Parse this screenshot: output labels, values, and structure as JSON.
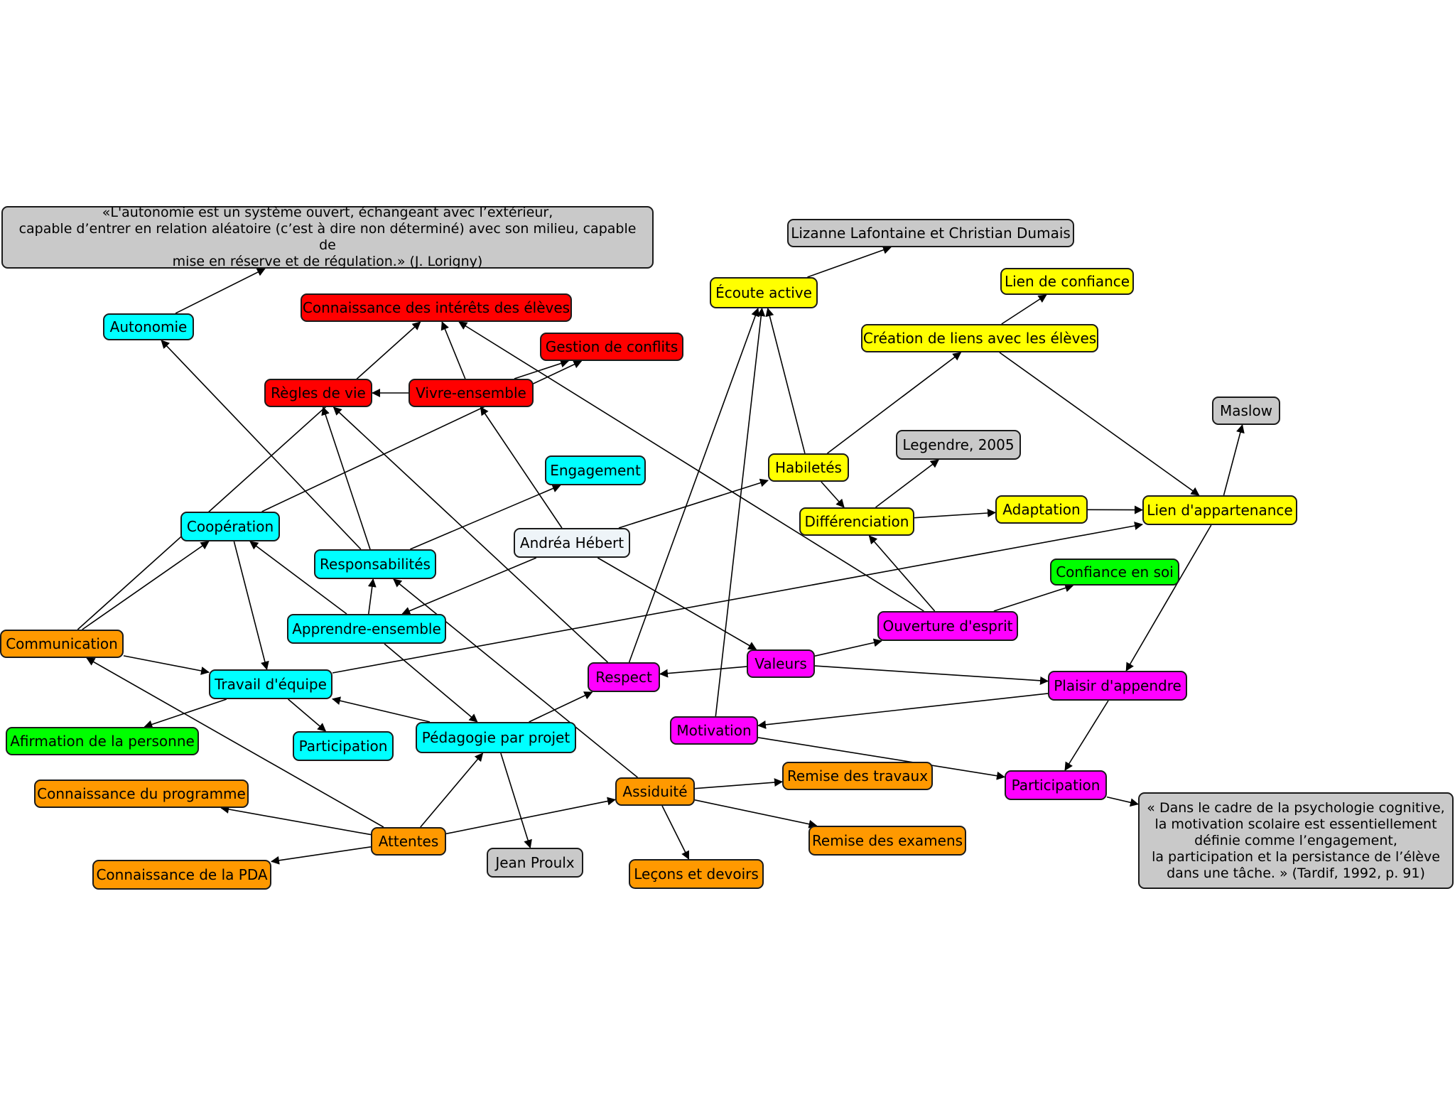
{
  "colors": {
    "grey": "#c9c9c9",
    "red": "#ff0000",
    "cyan": "#00ffff",
    "yellow": "#ffff00",
    "magenta": "#ff00ff",
    "orange": "#ff9900",
    "green": "#00ff00",
    "center": "#eef4f8",
    "edge": "#000000"
  },
  "nodes": [
    {
      "id": "quote_autonomie",
      "text": "«L'autonomie est un système ouvert, échangeant avec l’extérieur,\ncapable d’entrer en relation aléatoire (c’est à dire non déterminé) avec son milieu, capable de\nmise en réserve et de régulation.» (J. Lorigny)",
      "color": "grey"
    },
    {
      "id": "lizanne",
      "text": "Lizanne Lafontaine et Christian Dumais",
      "color": "grey"
    },
    {
      "id": "lien_confiance",
      "text": "Lien de confiance",
      "color": "yellow"
    },
    {
      "id": "ecoute",
      "text": "Écoute active",
      "color": "yellow"
    },
    {
      "id": "creation_liens",
      "text": "Création de liens avec les élèves",
      "color": "yellow"
    },
    {
      "id": "connaissance_interets",
      "text": "Connaissance des intérêts des élèves",
      "color": "red"
    },
    {
      "id": "autonomie",
      "text": "Autonomie",
      "color": "cyan"
    },
    {
      "id": "gestion_conflits",
      "text": "Gestion de conflits",
      "color": "red"
    },
    {
      "id": "regles_vie",
      "text": "Règles de vie",
      "color": "red"
    },
    {
      "id": "vivre_ensemble",
      "text": "Vivre-ensemble",
      "color": "red"
    },
    {
      "id": "maslow",
      "text": "Maslow",
      "color": "grey"
    },
    {
      "id": "legendre",
      "text": "Legendre, 2005",
      "color": "grey"
    },
    {
      "id": "engagement",
      "text": "Engagement",
      "color": "cyan"
    },
    {
      "id": "habiletes",
      "text": "Habiletés",
      "color": "yellow"
    },
    {
      "id": "adaptation",
      "text": "Adaptation",
      "color": "yellow"
    },
    {
      "id": "lien_appartenance",
      "text": "Lien d'appartenance",
      "color": "yellow"
    },
    {
      "id": "differenciation",
      "text": "Différenciation",
      "color": "yellow"
    },
    {
      "id": "cooperation",
      "text": "Coopération",
      "color": "cyan"
    },
    {
      "id": "andrea",
      "text": "Andréa Hébert",
      "color": "center"
    },
    {
      "id": "responsabilites",
      "text": "Responsabilités",
      "color": "cyan"
    },
    {
      "id": "confiance_soi",
      "text": "Confiance en soi",
      "color": "green"
    },
    {
      "id": "apprendre_ensemble",
      "text": "Apprendre-ensemble",
      "color": "cyan"
    },
    {
      "id": "ouverture",
      "text": "Ouverture d'esprit",
      "color": "magenta"
    },
    {
      "id": "communication",
      "text": "Communication",
      "color": "orange"
    },
    {
      "id": "valeurs",
      "text": "Valeurs",
      "color": "magenta"
    },
    {
      "id": "respect",
      "text": "Respect",
      "color": "magenta"
    },
    {
      "id": "travail_equipe",
      "text": "Travail d'équipe",
      "color": "cyan"
    },
    {
      "id": "plaisir",
      "text": "Plaisir d'appendre",
      "color": "magenta"
    },
    {
      "id": "motivation",
      "text": "Motivation",
      "color": "magenta"
    },
    {
      "id": "afirmation",
      "text": "Afirmation de la personne",
      "color": "green"
    },
    {
      "id": "participation_cyan",
      "text": "Participation",
      "color": "cyan"
    },
    {
      "id": "pedagogie",
      "text": "Pédagogie par projet",
      "color": "cyan"
    },
    {
      "id": "remise_travaux",
      "text": "Remise des travaux",
      "color": "orange"
    },
    {
      "id": "participation_mag",
      "text": "Participation",
      "color": "magenta"
    },
    {
      "id": "connaissance_programme",
      "text": "Connaissance du programme",
      "color": "orange"
    },
    {
      "id": "assiduite",
      "text": "Assiduité",
      "color": "orange"
    },
    {
      "id": "quote_tardif",
      "text": "« Dans le cadre de la psychologie cognitive,\nla motivation scolaire est essentiellement\ndéfinie comme l’engagement,\nla participation et la persistance de l’élève\ndans une tâche. » (Tardif, 1992, p. 91)",
      "color": "grey"
    },
    {
      "id": "attentes",
      "text": "Attentes",
      "color": "orange"
    },
    {
      "id": "remise_examens",
      "text": "Remise des examens",
      "color": "orange"
    },
    {
      "id": "jean_proulx",
      "text": "Jean Proulx",
      "color": "grey"
    },
    {
      "id": "connaissance_pda",
      "text": "Connaissance de la PDA",
      "color": "orange"
    },
    {
      "id": "lecons",
      "text": "Leçons et devoirs",
      "color": "orange"
    }
  ],
  "edges": [
    {
      "from": "autonomie",
      "to": "quote_autonomie"
    },
    {
      "from": "ecoute",
      "to": "lizanne"
    },
    {
      "from": "creation_liens",
      "to": "lien_confiance"
    },
    {
      "from": "creation_liens",
      "to": "lien_appartenance"
    },
    {
      "from": "habiletes",
      "to": "ecoute"
    },
    {
      "from": "habiletes",
      "to": "creation_liens"
    },
    {
      "from": "habiletes",
      "to": "differenciation"
    },
    {
      "from": "differenciation",
      "to": "legendre"
    },
    {
      "from": "differenciation",
      "to": "adaptation"
    },
    {
      "from": "adaptation",
      "to": "lien_appartenance"
    },
    {
      "from": "lien_appartenance",
      "to": "maslow"
    },
    {
      "from": "lien_appartenance",
      "to": "plaisir"
    },
    {
      "from": "andrea",
      "to": "habiletes"
    },
    {
      "from": "andrea",
      "to": "vivre_ensemble"
    },
    {
      "from": "andrea",
      "to": "apprendre_ensemble"
    },
    {
      "from": "andrea",
      "to": "valeurs"
    },
    {
      "from": "vivre_ensemble",
      "to": "regles_vie"
    },
    {
      "from": "vivre_ensemble",
      "to": "gestion_conflits"
    },
    {
      "from": "vivre_ensemble",
      "to": "connaissance_interets"
    },
    {
      "from": "responsabilites",
      "to": "engagement"
    },
    {
      "from": "responsabilites",
      "to": "regles_vie"
    },
    {
      "from": "responsabilites",
      "to": "autonomie"
    },
    {
      "from": "cooperation",
      "to": "gestion_conflits"
    },
    {
      "from": "cooperation",
      "to": "travail_equipe"
    },
    {
      "from": "apprendre_ensemble",
      "to": "responsabilites"
    },
    {
      "from": "apprendre_ensemble",
      "to": "cooperation"
    },
    {
      "from": "apprendre_ensemble",
      "to": "pedagogie"
    },
    {
      "from": "communication",
      "to": "cooperation"
    },
    {
      "from": "communication",
      "to": "connaissance_interets"
    },
    {
      "from": "communication",
      "to": "travail_equipe"
    },
    {
      "from": "travail_equipe",
      "to": "afirmation"
    },
    {
      "from": "travail_equipe",
      "to": "participation_cyan"
    },
    {
      "from": "travail_equipe",
      "to": "lien_appartenance"
    },
    {
      "from": "pedagogie",
      "to": "travail_equipe"
    },
    {
      "from": "pedagogie",
      "to": "respect"
    },
    {
      "from": "pedagogie",
      "to": "jean_proulx"
    },
    {
      "from": "ouverture",
      "to": "confiance_soi"
    },
    {
      "from": "ouverture",
      "to": "differenciation"
    },
    {
      "from": "ouverture",
      "to": "connaissance_interets"
    },
    {
      "from": "valeurs",
      "to": "ouverture"
    },
    {
      "from": "valeurs",
      "to": "respect"
    },
    {
      "from": "valeurs",
      "to": "plaisir"
    },
    {
      "from": "respect",
      "to": "ecoute"
    },
    {
      "from": "respect",
      "to": "regles_vie"
    },
    {
      "from": "motivation",
      "to": "ecoute"
    },
    {
      "from": "motivation",
      "to": "participation_mag"
    },
    {
      "from": "plaisir",
      "to": "motivation"
    },
    {
      "from": "plaisir",
      "to": "participation_mag"
    },
    {
      "from": "participation_mag",
      "to": "quote_tardif"
    },
    {
      "from": "attentes",
      "to": "connaissance_programme"
    },
    {
      "from": "attentes",
      "to": "connaissance_pda"
    },
    {
      "from": "attentes",
      "to": "communication"
    },
    {
      "from": "attentes",
      "to": "assiduite"
    },
    {
      "from": "attentes",
      "to": "pedagogie"
    },
    {
      "from": "assiduite",
      "to": "remise_travaux"
    },
    {
      "from": "assiduite",
      "to": "remise_examens"
    },
    {
      "from": "assiduite",
      "to": "lecons"
    },
    {
      "from": "assiduite",
      "to": "responsabilites"
    }
  ]
}
